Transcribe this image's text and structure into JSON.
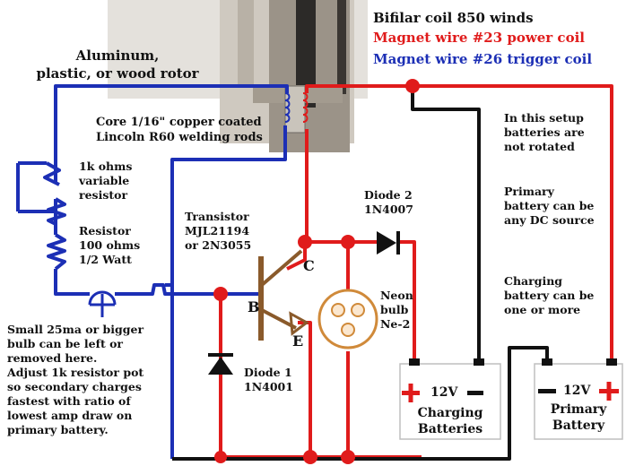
{
  "header": {
    "line1": "Bifilar coil 850 winds",
    "line2": "Magnet wire #23 power coil",
    "line3": "Magnet wire #26 trigger coil"
  },
  "rotor": {
    "line1": "Aluminum,",
    "line2": "plastic, or wood rotor"
  },
  "core": {
    "line1": "Core 1/16\" copper coated",
    "line2": "Lincoln R60 welding rods"
  },
  "setup_note": {
    "line1": "In this setup",
    "line2": "batteries are",
    "line3": "not rotated"
  },
  "primary_note": {
    "line1": "Primary",
    "line2": "battery can be",
    "line3": "any DC source"
  },
  "charging_note": {
    "line1": "Charging",
    "line2": "battery can be",
    "line3": "one or more"
  },
  "var_resistor": {
    "line1": "1k ohms",
    "line2": "variable",
    "line3": "resistor"
  },
  "resistor": {
    "line1": "Resistor",
    "line2": "100 ohms",
    "line3": "1/2 Watt"
  },
  "transistor": {
    "line1": "Transistor",
    "line2": "MJL21194",
    "line3": "or 2N3055",
    "b": "B",
    "c": "C",
    "e": "E"
  },
  "diode2": {
    "line1": "Diode 2",
    "line2": "1N4007"
  },
  "diode1": {
    "line1": "Diode 1",
    "line2": "1N4001"
  },
  "neon": {
    "line1": "Neon",
    "line2": "bulb",
    "line3": "Ne-2"
  },
  "bulb_note": {
    "line1": "Small 25ma or bigger",
    "line2": "bulb can be left or",
    "line3": "removed here.",
    "line4": "Adjust 1k resistor pot",
    "line5": "so secondary charges",
    "line6": "fastest with ratio of",
    "line7": "lowest amp draw on",
    "line8": "primary battery."
  },
  "charging_battery": {
    "voltage": "12V",
    "line1": "Charging",
    "line2": "Batteries"
  },
  "primary_battery": {
    "voltage": "12V",
    "line1": "Primary",
    "line2": "Battery"
  },
  "colors": {
    "power_wire": "#e01b1b",
    "trigger_wire": "#1c2fb5",
    "common_wire": "#111111",
    "bulb": "#d08a3a",
    "transistor_body": "#8a5a2b"
  }
}
